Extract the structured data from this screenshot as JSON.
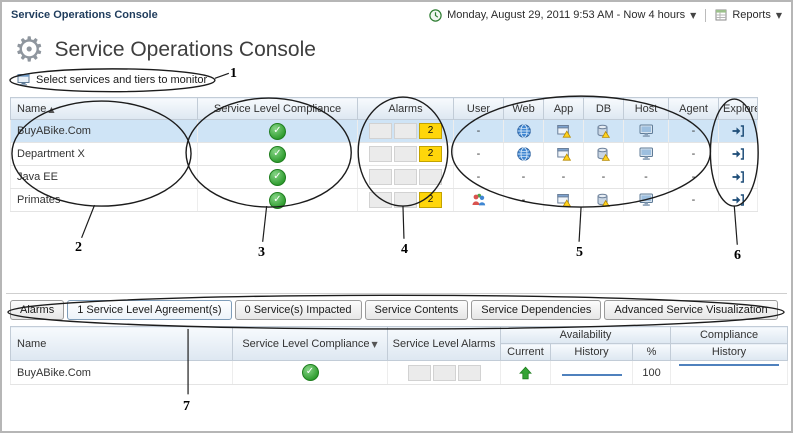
{
  "topbar": {
    "breadcrumb": "Service Operations Console",
    "time_range": "Monday, August 29, 2011 9:53 AM - Now 4 hours",
    "reports_label": "Reports"
  },
  "header": {
    "title": "Service Operations Console"
  },
  "monitor_link": {
    "label": "Select services and tiers to monitor"
  },
  "main_table": {
    "columns": {
      "name": "Name",
      "slc": "Service Level Compliance",
      "alarms": "Alarms",
      "user": "User",
      "web": "Web",
      "app": "App",
      "db": "DB",
      "host": "Host",
      "agent": "Agent",
      "explore": "Explore"
    },
    "rows": [
      {
        "name": "BuyABike.Com",
        "alarm_count": "2",
        "user": "-",
        "agent": "-"
      },
      {
        "name": "Department X",
        "alarm_count": "2",
        "user": "-",
        "agent": "-"
      },
      {
        "name": "Java EE",
        "user": "-",
        "web": "-",
        "app": "-",
        "db": "-",
        "host": "-",
        "agent": "-"
      },
      {
        "name": "Primates",
        "alarm_count": "2",
        "web": "-",
        "agent": "-"
      }
    ]
  },
  "tabs": {
    "alarms": "Alarms",
    "sla": "1 Service Level Agreement(s)",
    "impacted": "0 Service(s) Impacted",
    "contents": "Service Contents",
    "dependencies": "Service Dependencies",
    "visualization": "Advanced Service Visualization"
  },
  "bottom_table": {
    "columns": {
      "name": "Name",
      "slc": "Service Level Compliance",
      "sla": "Service Level Alarms",
      "availability": "Availability",
      "current": "Current",
      "history": "History",
      "pct": "%",
      "compliance": "Compliance",
      "history2": "History"
    },
    "row": {
      "name": "BuyABike.Com",
      "pct": "100"
    }
  },
  "callouts": {
    "n1": "1",
    "n2": "2",
    "n3": "3",
    "n4": "4",
    "n5": "5",
    "n6": "6",
    "n7": "7"
  },
  "icons": {
    "gear_glyph": "⚙",
    "sort_asc_glyph": "▲",
    "dropdown_glyph": "▼",
    "check_glyph": "✓"
  },
  "colors": {
    "selected_row": "#cfe4f6",
    "alarm_yellow": "#ffd60a",
    "ok_green": "#2d9b2d",
    "accent_blue": "#3f86d2",
    "sparkline_blue": "#4f81bd"
  }
}
